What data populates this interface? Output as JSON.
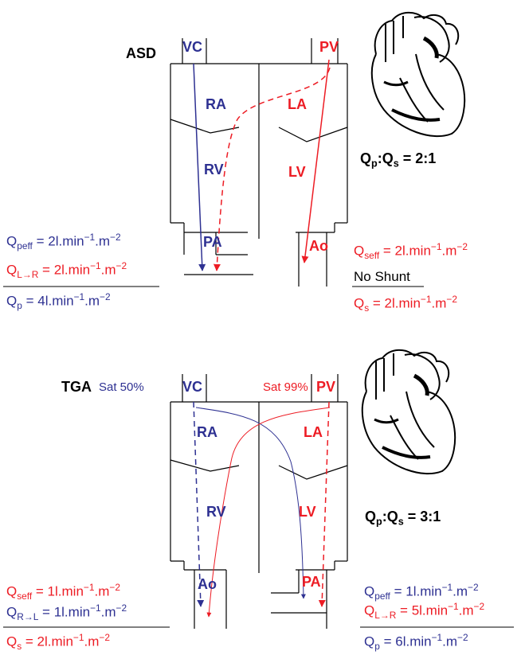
{
  "asd": {
    "title": "ASD",
    "labels": {
      "vc": "VC",
      "pv": "PV",
      "ra": "RA",
      "la": "LA",
      "rv": "RV",
      "lv": "LV",
      "pa": "PA",
      "ao": "Ao"
    },
    "ratio": {
      "q": "Q",
      "p": "p",
      "colon": ":",
      "s": "s",
      "value": " = 2:1"
    },
    "left_eq": {
      "line1": {
        "q": "Q",
        "sub": "peff",
        "text": " = 2l.min",
        "sup": "−1",
        "text2": ".m",
        "sup2": "−2"
      },
      "line2": {
        "q": "Q",
        "sub": "L→R",
        "text": " = 2l.min",
        "sup": "−1",
        "text2": ".m",
        "sup2": "−2"
      },
      "line3": {
        "q": "Q",
        "sub": "p",
        "text": " = 4l.min",
        "sup": "−1",
        "text2": ".m",
        "sup2": "−2"
      }
    },
    "right_eq": {
      "line1": {
        "q": "Q",
        "sub": "seff",
        "text": " = 2l.min",
        "sup": "−1",
        "text2": ".m",
        "sup2": "−2"
      },
      "line2": "No Shunt",
      "line3": {
        "q": "Q",
        "sub": "s",
        "text": " = 2l.min",
        "sup": "−1",
        "text2": ".m",
        "sup2": "−2"
      }
    }
  },
  "tga": {
    "title": "TGA",
    "sat_left": "Sat 50%",
    "sat_right": "Sat 99%",
    "labels": {
      "vc": "VC",
      "pv": "PV",
      "ra": "RA",
      "la": "LA",
      "rv": "RV",
      "lv": "LV",
      "ao": "Ao",
      "pa": "PA"
    },
    "ratio": {
      "q": "Q",
      "p": "p",
      "colon": ":",
      "s": "s",
      "value": " = 3:1"
    },
    "left_eq": {
      "line1": {
        "q": "Q",
        "sub": "seff",
        "text": " = 1l.min",
        "sup": "−1",
        "text2": ".m",
        "sup2": "−2"
      },
      "line2": {
        "q": "Q",
        "sub": "R→L",
        "text": " = 1l.min",
        "sup": "−1",
        "text2": ".m",
        "sup2": "−2"
      },
      "line3": {
        "q": "Q",
        "sub": "s",
        "text": " = 2l.min",
        "sup": "−1",
        "text2": ".m",
        "sup2": "−2"
      }
    },
    "right_eq": {
      "line1": {
        "q": "Q",
        "sub": "peff",
        "text": " = 1l.min",
        "sup": "−1",
        "text2": ".m",
        "sup2": "−2"
      },
      "line2": {
        "q": "Q",
        "sub": "L→R",
        "text": " = 5l.min",
        "sup": "−1",
        "text2": ".m",
        "sup2": "−2"
      },
      "line3": {
        "q": "Q",
        "sub": "p",
        "text": " = 6l.min",
        "sup": "−1",
        "text2": ".m",
        "sup2": "−2"
      }
    }
  },
  "colors": {
    "systemic": "#2e3192",
    "pulmonary": "#ed1c24",
    "outline": "#000000"
  },
  "icons": [
    "heart-illustration-icon",
    "heart-illustration-icon"
  ]
}
